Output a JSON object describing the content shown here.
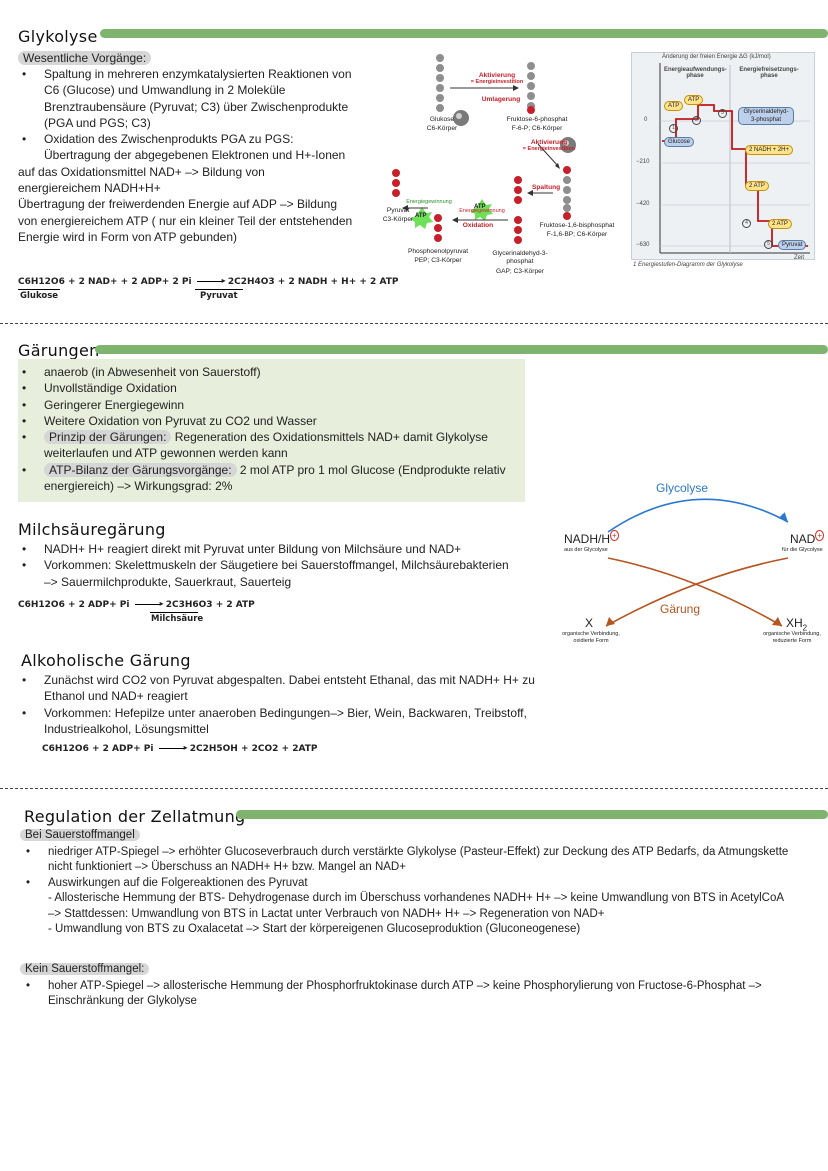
{
  "glykolyse": {
    "title": "Glykolyse",
    "subheading": "Wesentliche Vorgänge:",
    "bullet1": "Spaltung in mehreren enzymkatalysierten Reaktionen von C6 (Glucose) und Umwandlung in 2 Moleküle Brenztraubensäure (Pyruvat; C3) über Zwischenprodukte (PGA und PGS; C3)",
    "bullet2_line1": "Oxidation des Zwischenprodukts PGA zu PGS:",
    "bullet2_line2": "Übertragung der abgegebenen Elektronen und H+-Ionen",
    "para1": "auf das Oxidationsmittel NAD+ –> Bildung von energiereichem NADH+H+",
    "para2": "Übertragung der freiwerdenden Energie auf ADP –> Bildung von energiereichem ATP ( nur ein kleiner Teil der entstehenden Energie wird in Form von ATP gebunden)",
    "equation_left": "C6H12O6 + 2 NAD+ + 2 ADP+ 2 Pi",
    "equation_right": "2C2H4O3 + 2 NADH + H+ + 2 ATP",
    "label_glukose": "Glukose",
    "label_pyruvat": "Pyruvat"
  },
  "diagram": {
    "glukose_name": "Glukose",
    "glukose_sub": "C6-Körper",
    "f6p_name": "Fruktose-6-phosphat",
    "f6p_sub": "F-6-P; C6-Körper",
    "f16bp_name": "Fruktose-1,6-bisphosphat",
    "f16bp_sub": "F-1,6-BP; C6-Körper",
    "gap_name": "Glycerinaldehyd-3-phosphat",
    "gap_sub": "GAP; C3-Körper",
    "pep_name": "Phosphoenolpyruvat",
    "pep_sub": "PEP; C3-Körper",
    "pyruvat_name": "Pyruvat",
    "pyruvat_sub": "C3-Körper",
    "aktivierung": "Aktivierung",
    "energieinvest": "= Energieinvestition",
    "umlagerung": "Umlagerung",
    "spaltung": "Spaltung",
    "oxidation": "Oxidation",
    "energiegewinnung": "Energiegewinnung",
    "atp": "ATP"
  },
  "energy_chart": {
    "title": "Änderung der freien Energie ΔG (kJ/mol)",
    "phase1": "Energieaufwendungs-phase",
    "phase2": "Energiefreisetzungs-phase",
    "y_ticks": [
      "0",
      "−210",
      "−420",
      "−630"
    ],
    "x_label": "Zeit",
    "labels": {
      "atp1": "ATP",
      "atp2": "ATP",
      "glucose": "Glucose",
      "gap": "Glycerinaldehyd-3-phosphat",
      "nadh": "2 NADH + 2H+",
      "atp3": "2 ATP",
      "atp4": "2 ATP",
      "pyruvat": "Pyruvat"
    },
    "steps": [
      "1",
      "2",
      "3",
      "4",
      "5"
    ],
    "caption": "1 Energiestufen-Diagramm der Glykolyse"
  },
  "gaerungen": {
    "title": "Gärungen",
    "items": [
      "anaerob (in Abwesenheit von Sauerstoff)",
      "Unvollständige Oxidation",
      "Geringerer Energiegewinn",
      "Weitere Oxidation von Pyruvat zu CO2 und Wasser"
    ],
    "prinzip_label": "Prinzip der Gärungen:",
    "prinzip_text": " Regeneration des Oxidationsmittels NAD+ damit Glykolyse weiterlaufen und ATP gewonnen werden kann",
    "bilanz_label": "ATP-Bilanz der Gärungsvorgänge:",
    "bilanz_text": " 2 mol ATP pro 1 mol Glucose (Endprodukte relativ energiereich) –> Wirkungsgrad: 2%"
  },
  "cycle": {
    "glycolyse": "Glycolyse",
    "gaerung": "Gärung",
    "nadh": "NADH/H",
    "nadh_sub": "aus der Glycolyse",
    "nad": "NAD",
    "nad_sub": "für die Glycolyse",
    "x": "X",
    "x_sub1": "organische Verbindung,",
    "x_sub2": "oxidierte Form",
    "xh2": "XH",
    "xh2_subscript": "2",
    "xh2_sub1": "organische Verbindung,",
    "xh2_sub2": "reduzierte Form",
    "plus": "+"
  },
  "milch": {
    "title": "Milchsäuregärung",
    "bullet1": "NADH+ H+ reagiert direkt mit Pyruvat unter Bildung von Milchsäure und NAD+",
    "bullet2_line1": "Vorkommen: Skelettmuskeln der Säugetiere bei Sauerstoffmangel, Milchsäurebakterien",
    "bullet2_line2": "–> Sauermilchprodukte, Sauerkraut, Sauerteig",
    "equation_left": "C6H12O6 + 2 ADP+ Pi",
    "equation_right": "2C3H6O3 + 2 ATP",
    "label": "Milchsäure"
  },
  "alkohol": {
    "title": "Alkoholische Gärung",
    "bullet1": "Zunächst wird CO2 von Pyruvat abgespalten. Dabei entsteht Ethanal, das mit NADH+ H+ zu Ethanol und NAD+ reagiert",
    "bullet2": "Vorkommen: Hefepilze unter anaeroben Bedingungen–> Bier, Wein, Backwaren, Treibstoff, Industriealkohol, Lösungsmittel",
    "equation_left": "C6H12O6 + 2 ADP+ Pi",
    "equation_right": "2C2H5OH + 2CO2 + 2ATP"
  },
  "regulation": {
    "title": "Regulation der Zellatmung",
    "sub1": "Bei Sauerstoffmangel",
    "b1": "niedriger ATP-Spiegel –> erhöhter Glucoseverbrauch durch verstärkte Glykolyse (Pasteur-Effekt) zur Deckung des ATP Bedarfs, da Atmungskette nicht funktioniert –> Überschuss an NADH+ H+ bzw. Mangel an NAD+",
    "b2": "Auswirkungen auf die Folgereaktionen des Pyruvat",
    "b2_l1": "- Allosterische Hemmung der BTS- Dehydrogenase durch im Überschuss vorhandenes NADH+ H+ –> keine Umwandlung von BTS in AcetylCoA",
    "b2_l2": "–> Stattdessen: Umwandlung von BTS in Lactat unter Verbrauch von NADH+ H+ –> Regeneration von NAD+",
    "b2_l3": "- Umwandlung von BTS zu Oxalacetat –> Start der körpereigenen Glucoseproduktion (Gluconeogenese)",
    "sub2": "Kein Sauerstoffmangel:",
    "b3": "hoher ATP-Spiegel –> allosterische Hemmung der Phosphorfruktokinase durch ATP –> keine Phosphorylierung von Fructose-6-Phosphat –> Einschränkung der Glykolyse"
  }
}
